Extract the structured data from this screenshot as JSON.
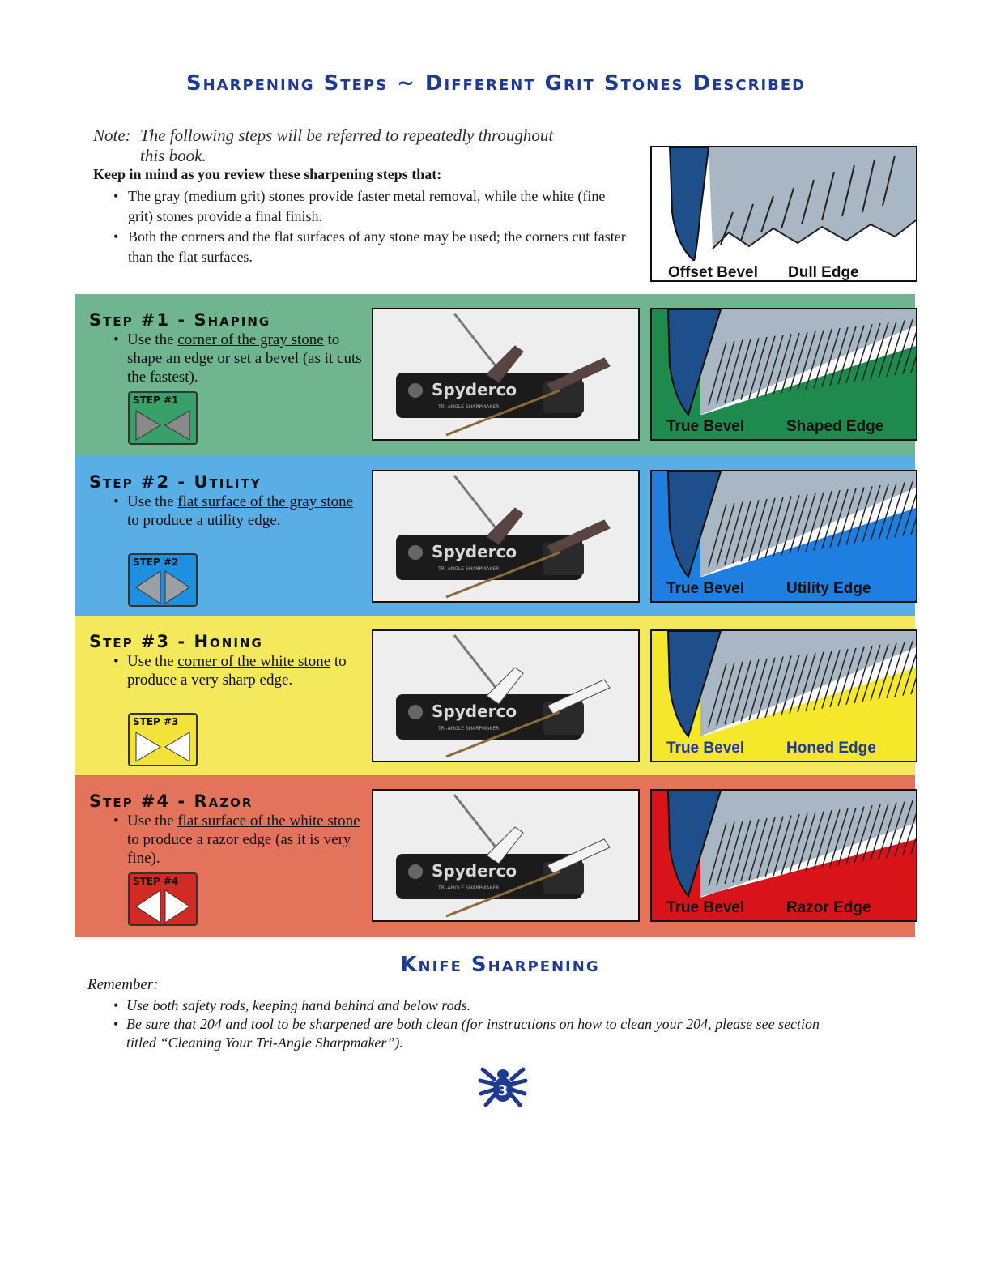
{
  "title": "Sharpening Steps ~ Different Grit Stones Described",
  "note": {
    "label": "Note:",
    "text_line1": "The following steps will be referred to repeatedly throughout",
    "text_line2": "this book."
  },
  "keep_in_mind": "Keep in mind as you review these sharpening steps that:",
  "bullets": [
    "The gray (medium grit) stones provide faster metal removal, while the white (fine grit) stones provide a final finish.",
    "Both the corners and the flat surfaces of any stone may be used; the corners cut faster than the flat surfaces."
  ],
  "top_diagram": {
    "left_label": "Offset Bevel",
    "right_label": "Dull Edge"
  },
  "steps": [
    {
      "title": "Step #1 - Shaping",
      "desc_pre": "Use the ",
      "desc_ul": "corner of the gray stone",
      "desc_post": " to shape an edge or set a bevel (as it cuts the fastest).",
      "badge": "STEP #1",
      "brand": "Spyderco",
      "brand_sub": "TRI-ANGLE SHARPMAKER",
      "diagram_left": "True Bevel",
      "diagram_right": "Shaped Edge",
      "color": "#6fb58f",
      "badge_color": "#3aa06a",
      "diag_bg": "#1e8a4e"
    },
    {
      "title": "Step #2 - Utility",
      "desc_pre": "Use the ",
      "desc_ul": "flat surface of the gray stone",
      "desc_post": " to produce a utility edge.",
      "badge": "STEP #2",
      "brand": "Spyderco",
      "brand_sub": "TRI-ANGLE SHARPMAKER",
      "diagram_left": "True Bevel",
      "diagram_right": "Utility Edge",
      "color": "#5aaee6",
      "badge_color": "#1f8fe0",
      "diag_bg": "#1e7fe0"
    },
    {
      "title": "Step #3 - Honing",
      "desc_pre": "Use the ",
      "desc_ul": "corner of the white stone",
      "desc_post": " to produce a very sharp edge.",
      "badge": "STEP #3",
      "brand": "Spyderco",
      "brand_sub": "TRI-ANGLE SHARPMAKER",
      "diagram_left": "True Bevel",
      "diagram_right": "Honed Edge",
      "color": "#f4e95c",
      "badge_color": "#f2e23a",
      "diag_bg": "#f5e82a"
    },
    {
      "title": "Step #4 - Razor",
      "desc_pre": "Use the ",
      "desc_ul": "flat surface of the white stone",
      "desc_post": " to produce a razor edge (as it is very fine).",
      "badge": "STEP #4",
      "brand": "Spyderco",
      "brand_sub": "TRI-ANGLE SHARPMAKER",
      "diagram_left": "True Bevel",
      "diagram_right": "Razor Edge",
      "color": "#e3735a",
      "badge_color": "#d42a24",
      "diag_bg": "#d8141a"
    }
  ],
  "footer": {
    "title": "Knife Sharpening",
    "remember": "Remember:",
    "items": [
      "Use both safety rods, keeping hand behind and below rods.",
      "Be sure that 204 and tool to be sharpened are both clean (for instructions on how to clean your 204, please see section titled “Cleaning Your Tri-Angle Sharpmaker”)."
    ],
    "page_number": "3"
  }
}
